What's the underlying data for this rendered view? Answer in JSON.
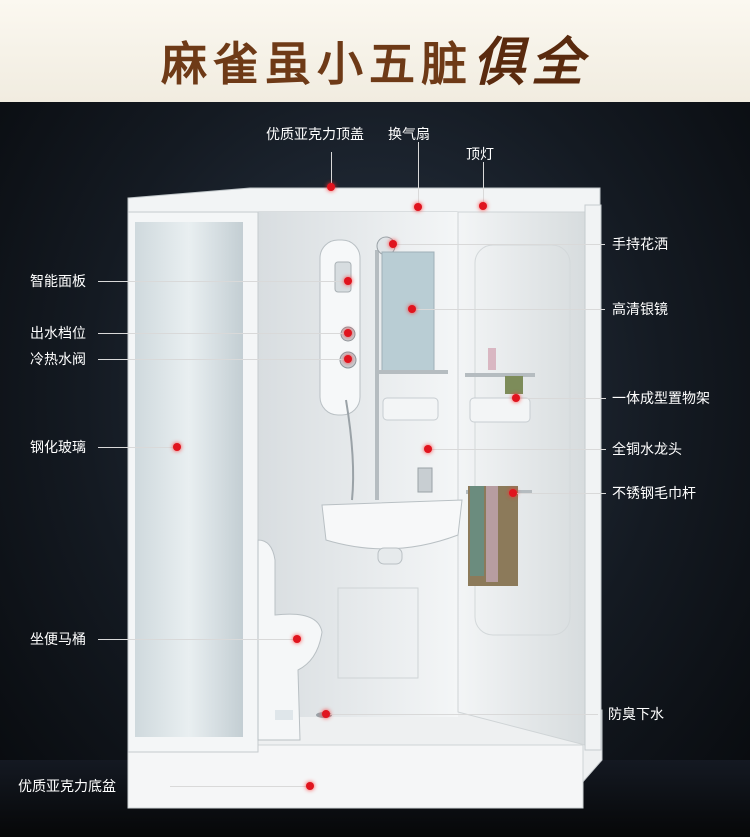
{
  "banner": {
    "title_main": "麻雀虽小五脏",
    "title_emphasis": "俱全"
  },
  "callouts": {
    "top_cover": "优质亚克力顶盖",
    "fan": "换气扇",
    "top_light": "顶灯",
    "smart_panel": "智能面板",
    "water_gear": "出水档位",
    "mix_valve": "冷热水阀",
    "tempered_glass": "钢化玻璃",
    "toilet": "坐便马桶",
    "hand_shower": "手持花洒",
    "mirror": "高清银镜",
    "shelf": "一体成型置物架",
    "faucet": "全铜水龙头",
    "towel_bar": "不锈钢毛巾杆",
    "drain": "防臭下水",
    "base_tray": "优质亚克力底盆"
  },
  "colors": {
    "banner_text": "#6e3a17",
    "marker": "#e0141e",
    "leader_line": "#d9d9d9"
  }
}
